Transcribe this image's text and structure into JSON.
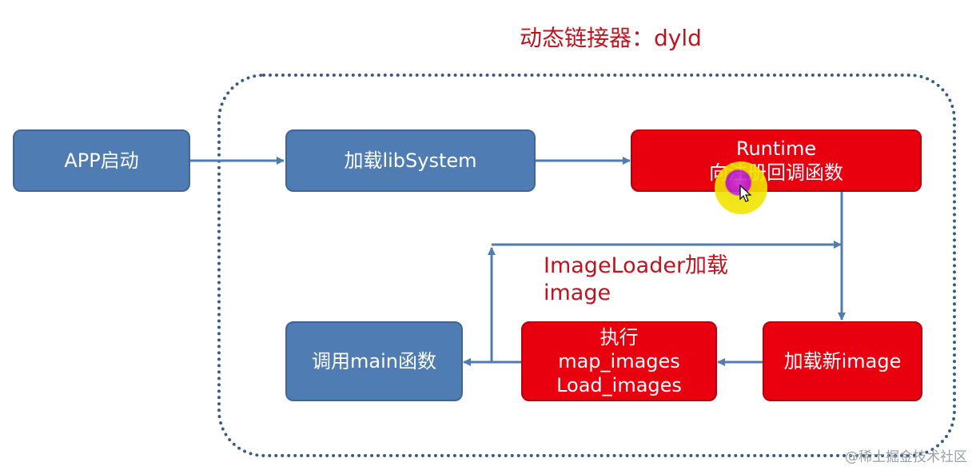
{
  "title": "动态链接器：dyld",
  "boxes": {
    "app_start": "APP启动",
    "load_libsystem": "加载libSystem",
    "runtime_line1": "Runtime",
    "runtime_line2": "向注册回调函数",
    "load_new_image": "加载新image",
    "exec_line1": "执行",
    "exec_line2": "map_images",
    "exec_line3": "Load_images",
    "call_main": "调用main函数"
  },
  "annotation": {
    "line1": "ImageLoader加载",
    "line2": "image"
  },
  "watermark": "@稀土掘金技术社区",
  "colors": {
    "blue_box": "#4f7cb3",
    "red_box": "#e8000f",
    "title_red": "#c0121f",
    "arrow": "#4f7cb3"
  }
}
